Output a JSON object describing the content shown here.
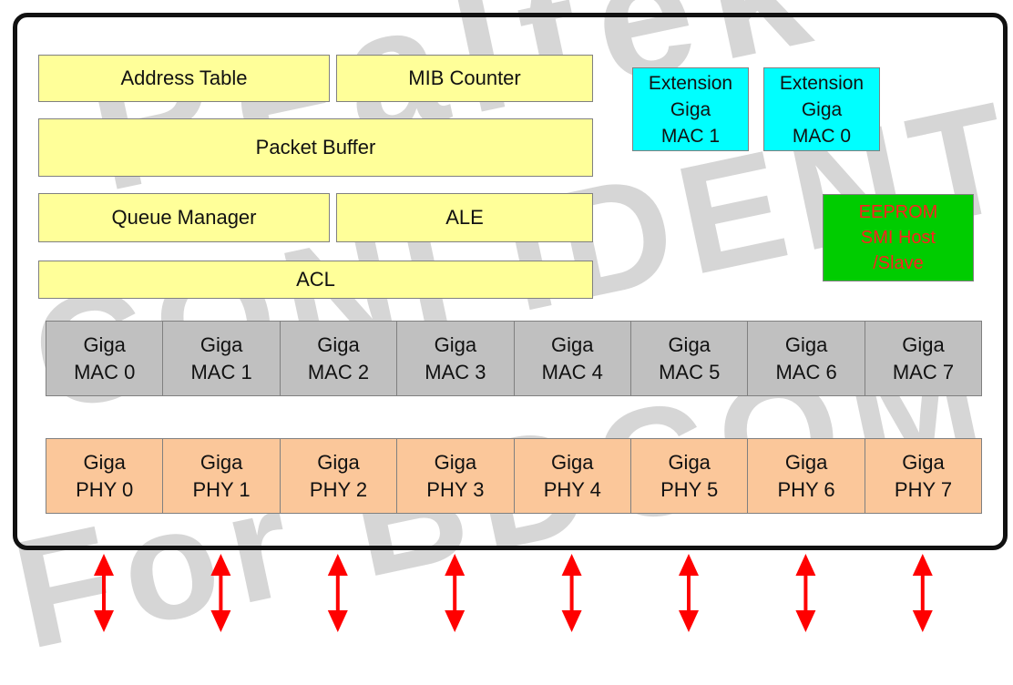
{
  "watermark": {
    "line1": "Realtek",
    "line2": "CONFIDENTIAL",
    "line3": "For BDCOM"
  },
  "blocks": {
    "address_table": "Address Table",
    "mib_counter": "MIB Counter",
    "packet_buffer": "Packet Buffer",
    "queue_manager": "Queue Manager",
    "ale": "ALE",
    "acl": "ACL"
  },
  "extension": [
    {
      "line1": "Extension",
      "line2": "Giga",
      "line3": "MAC 1"
    },
    {
      "line1": "Extension",
      "line2": "Giga",
      "line3": "MAC 0"
    }
  ],
  "eeprom": {
    "line1": "EEPROM",
    "line2": "SMI Host",
    "line3": "/Slave"
  },
  "macs": [
    {
      "line1": "Giga",
      "line2": "MAC 0"
    },
    {
      "line1": "Giga",
      "line2": "MAC 1"
    },
    {
      "line1": "Giga",
      "line2": "MAC 2"
    },
    {
      "line1": "Giga",
      "line2": "MAC 3"
    },
    {
      "line1": "Giga",
      "line2": "MAC 4"
    },
    {
      "line1": "Giga",
      "line2": "MAC 5"
    },
    {
      "line1": "Giga",
      "line2": "MAC 6"
    },
    {
      "line1": "Giga",
      "line2": "MAC 7"
    }
  ],
  "phys": [
    {
      "line1": "Giga",
      "line2": "PHY 0"
    },
    {
      "line1": "Giga",
      "line2": "PHY 1"
    },
    {
      "line1": "Giga",
      "line2": "PHY 2"
    },
    {
      "line1": "Giga",
      "line2": "PHY 3"
    },
    {
      "line1": "Giga",
      "line2": "PHY 4"
    },
    {
      "line1": "Giga",
      "line2": "PHY 5"
    },
    {
      "line1": "Giga",
      "line2": "PHY 6"
    },
    {
      "line1": "Giga",
      "line2": "PHY 7"
    }
  ],
  "colors": {
    "yellow_block": "#ffff99",
    "extension_block": "#00ffff",
    "eeprom_block": "#00cc00",
    "eeprom_text": "#ff2020",
    "mac_block": "#c0c0c0",
    "phy_block": "#fbc79a",
    "arrow": "#ff0000"
  }
}
